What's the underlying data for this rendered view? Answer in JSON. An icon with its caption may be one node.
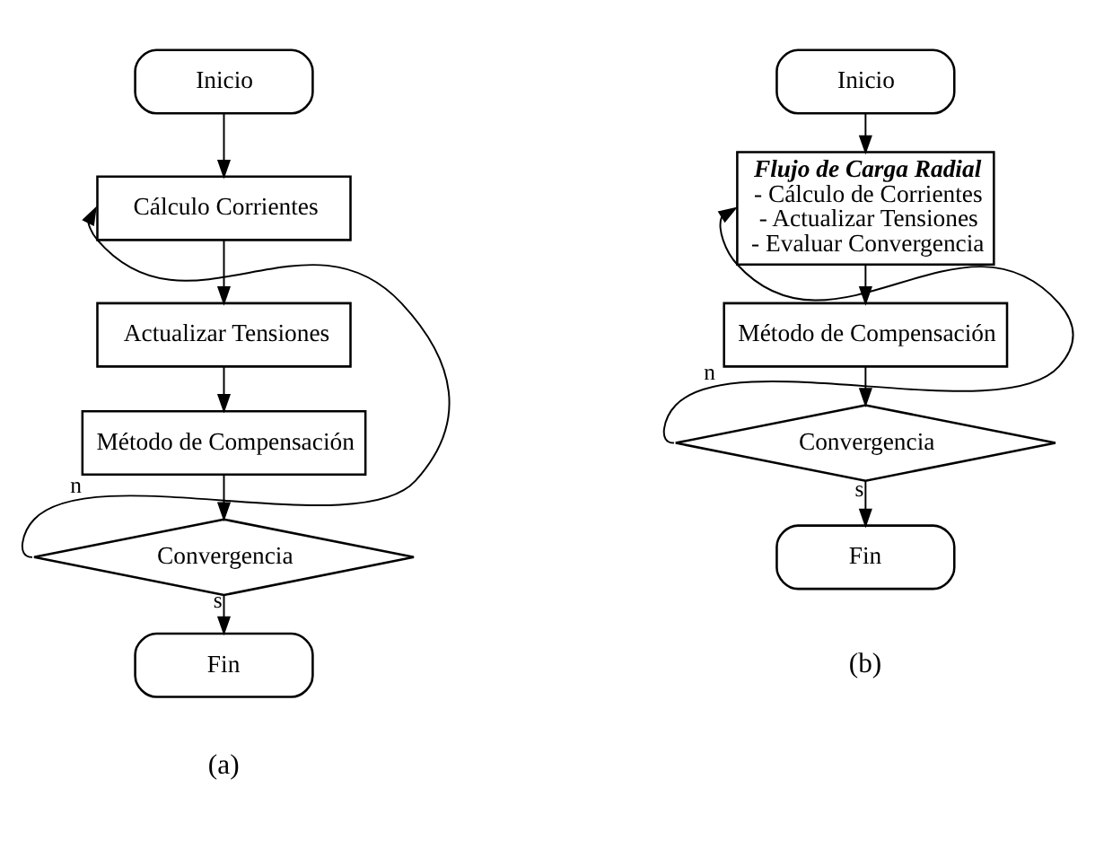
{
  "diagram": {
    "nodes": [
      {
        "text": [
          "Inicio"
        ]
      },
      {
        "text": [
          "Cálculo Corrientes"
        ]
      },
      {
        "text": [
          "Actualizar Tensiones"
        ]
      },
      {
        "text": [
          "Método de Compensación"
        ]
      },
      {
        "text": [
          "Convergencia"
        ]
      },
      {
        "text": [
          "Fin"
        ]
      },
      {
        "text": [
          "Inicio"
        ]
      },
      {
        "text": [
          "Flujo de Carga Radial",
          "- Cálculo de Corrientes",
          "- Actualizar Tensiones",
          "- Evaluar Convergencia"
        ]
      },
      {
        "text": [
          "Método de Compensación"
        ]
      },
      {
        "text": [
          "Convergencia"
        ]
      },
      {
        "text": [
          "Fin"
        ]
      }
    ],
    "edges": [
      {
        "from": 0,
        "to": 1,
        "arrow": "to"
      },
      {
        "from": 1,
        "to": 2,
        "arrow": "to"
      },
      {
        "from": 2,
        "to": 3,
        "arrow": "to"
      },
      {
        "from": 3,
        "to": 4,
        "arrow": "to"
      },
      {
        "from": 4,
        "to": 5,
        "label": "s",
        "arrow": "to"
      },
      {
        "from": 4,
        "to": 1,
        "label": "n",
        "arrow": "to"
      },
      {
        "from": 6,
        "to": 7,
        "arrow": "to"
      },
      {
        "from": 7,
        "to": 8,
        "arrow": "to"
      },
      {
        "from": 8,
        "to": 9,
        "arrow": "to"
      },
      {
        "from": 9,
        "to": 10,
        "label": "s",
        "arrow": "to"
      },
      {
        "from": 9,
        "to": 7,
        "label": "n",
        "arrow": "to"
      }
    ],
    "labels": [
      "(a)",
      "(b)"
    ]
  }
}
